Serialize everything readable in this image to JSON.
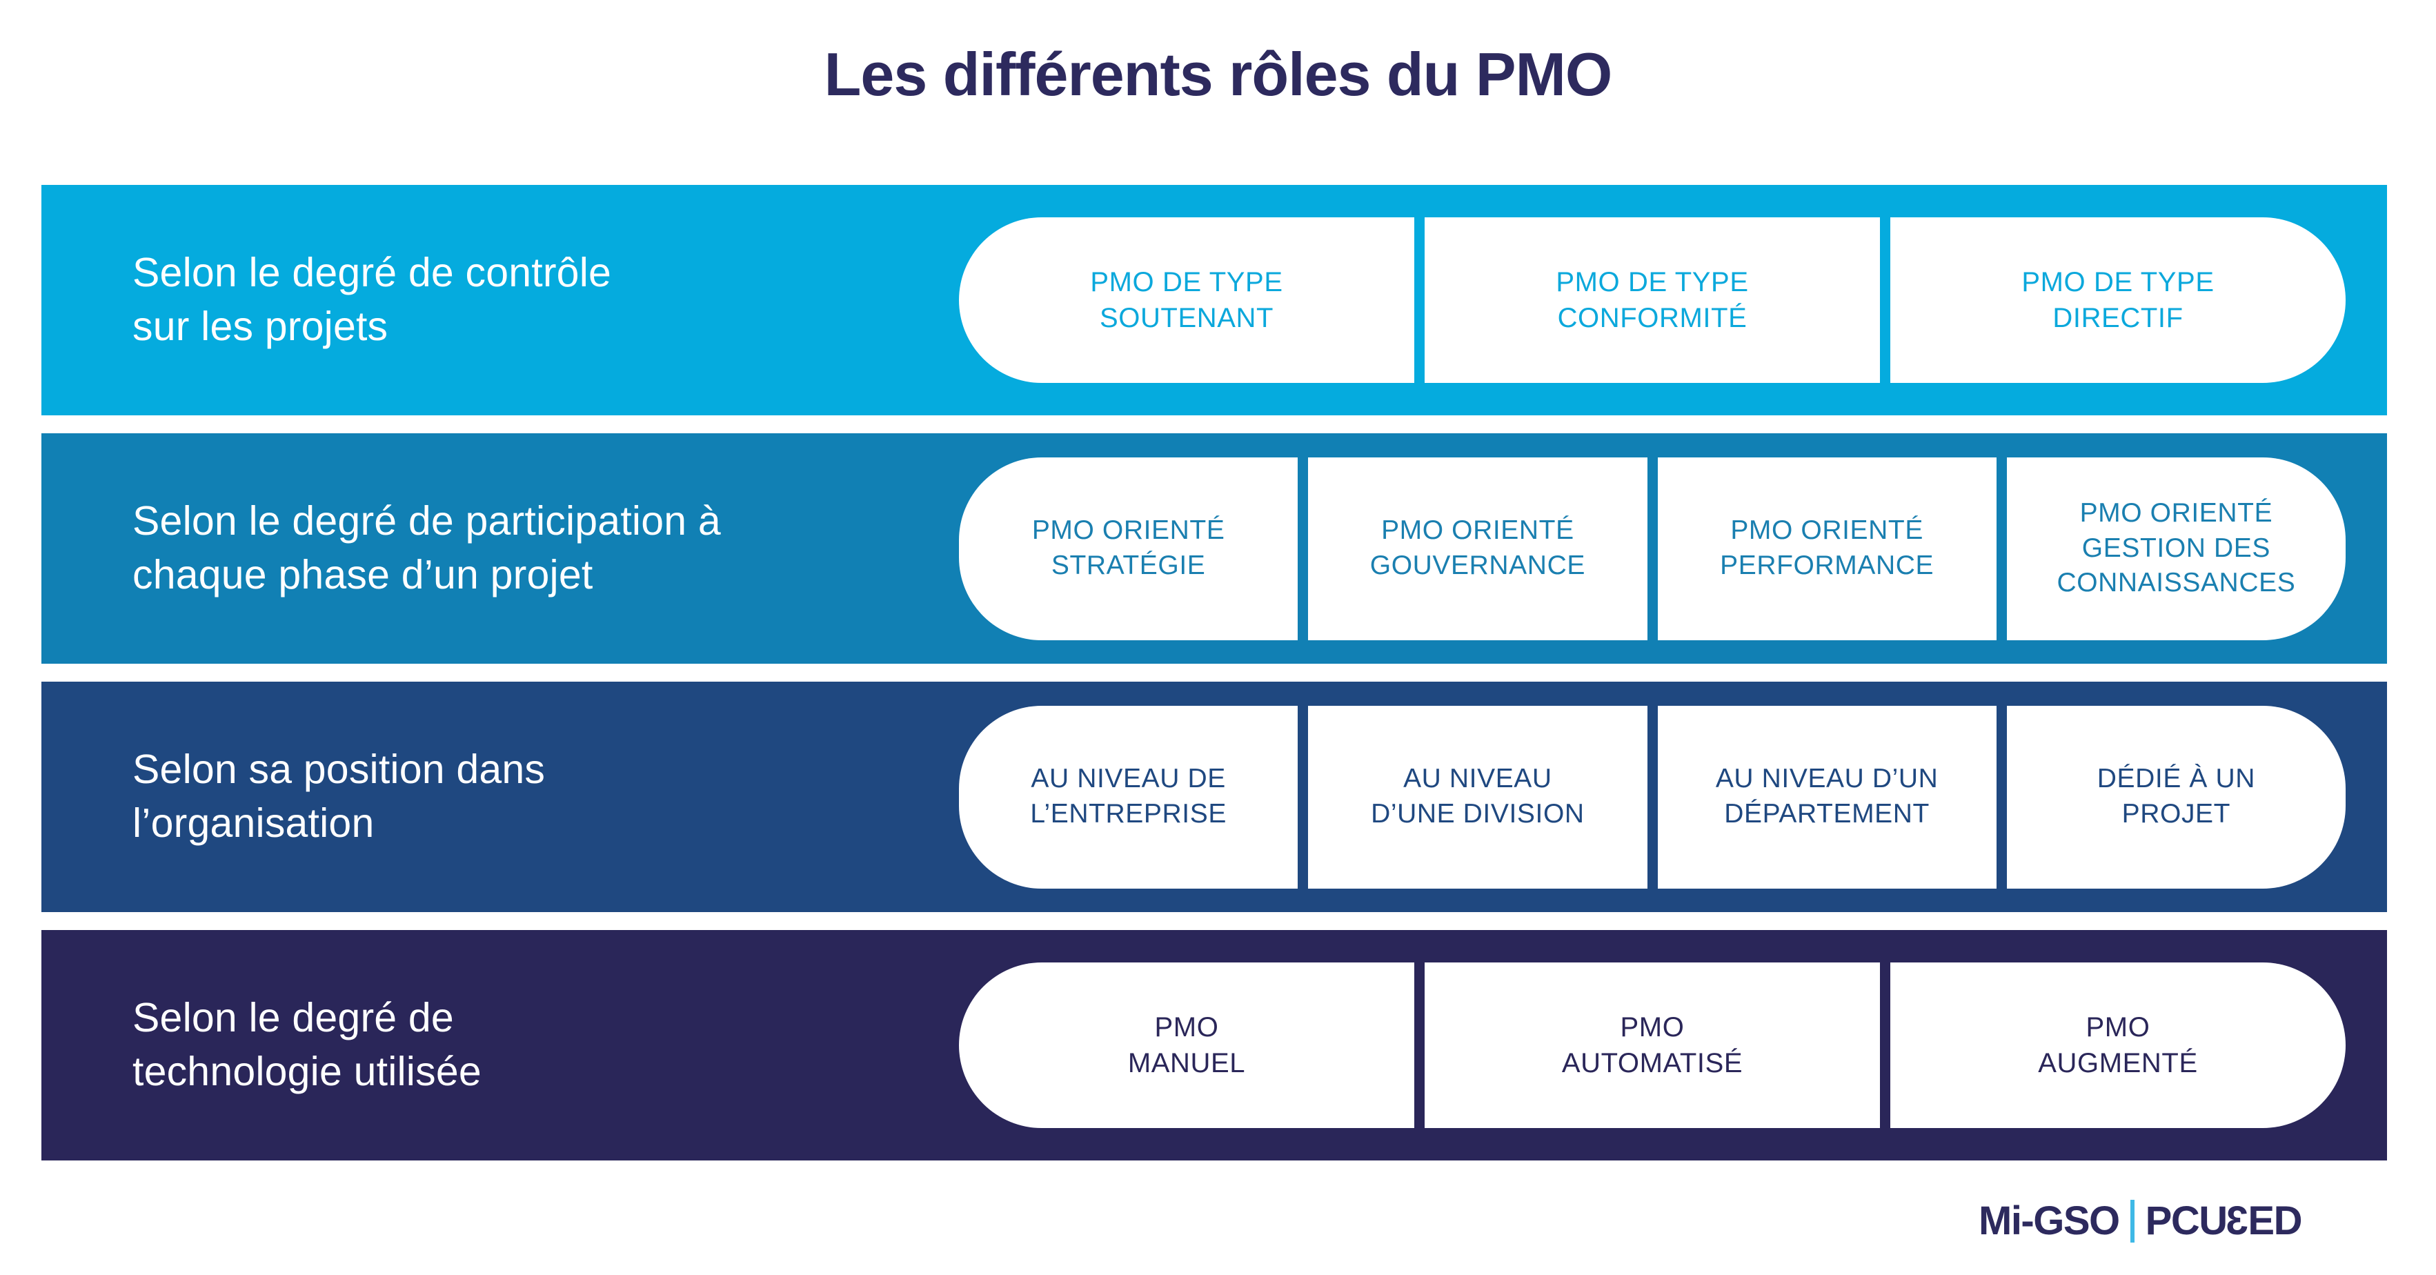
{
  "title": "Les différents rôles du PMO",
  "colors": {
    "title": "#2d2a5e",
    "band_1": "#05ABDE",
    "band_2": "#1180B4",
    "band_3": "#1F4880",
    "band_4": "#2A2659",
    "pill_background": "#ffffff",
    "logo_navy": "#2d2a5e",
    "logo_accent": "#3fb9e6"
  },
  "rows": [
    {
      "label_lines": [
        "Selon le degré de contrôle",
        "sur les projets"
      ],
      "background": "#05ABDE",
      "pills": [
        {
          "lines": [
            "PMO DE TYPE",
            "SOUTENANT"
          ]
        },
        {
          "lines": [
            "PMO DE TYPE",
            "CONFORMITÉ"
          ]
        },
        {
          "lines": [
            "PMO DE TYPE",
            "DIRECTIF"
          ]
        }
      ]
    },
    {
      "label_lines": [
        "Selon le degré de participation à",
        "chaque phase d’un projet"
      ],
      "background": "#1180B4",
      "pills": [
        {
          "lines": [
            "PMO ORIENTÉ",
            "STRATÉGIE"
          ]
        },
        {
          "lines": [
            "PMO ORIENTÉ",
            "GOUVERNANCE"
          ]
        },
        {
          "lines": [
            "PMO ORIENTÉ",
            "PERFORMANCE"
          ]
        },
        {
          "lines": [
            "PMO ORIENTÉ",
            "GESTION DES",
            "CONNAISSANCES"
          ]
        }
      ]
    },
    {
      "label_lines": [
        "Selon sa position dans",
        "l’organisation"
      ],
      "background": "#1F4880",
      "pills": [
        {
          "lines": [
            "AU NIVEAU DE",
            "L’ENTREPRISE"
          ]
        },
        {
          "lines": [
            "AU NIVEAU",
            "D’UNE DIVISION"
          ]
        },
        {
          "lines": [
            "AU NIVEAU D’UN",
            "DÉPARTEMENT"
          ]
        },
        {
          "lines": [
            "DÉDIÉ À UN",
            "PROJET"
          ]
        }
      ]
    },
    {
      "label_lines": [
        "Selon le degré de",
        "technologie utilisée"
      ],
      "background": "#2A2659",
      "pills": [
        {
          "lines": [
            "PMO",
            "MANUEL"
          ]
        },
        {
          "lines": [
            "PMO",
            "AUTOMATISÉ"
          ]
        },
        {
          "lines": [
            "PMO",
            "AUGMENTÉ"
          ]
        }
      ]
    }
  ],
  "logo": {
    "left_text": "Mi-GSO",
    "right_text_prefix": "PCU",
    "right_text_rev": "3",
    "right_text_suffix": "ED",
    "full": "Mi-GSO | PCU3ED"
  }
}
